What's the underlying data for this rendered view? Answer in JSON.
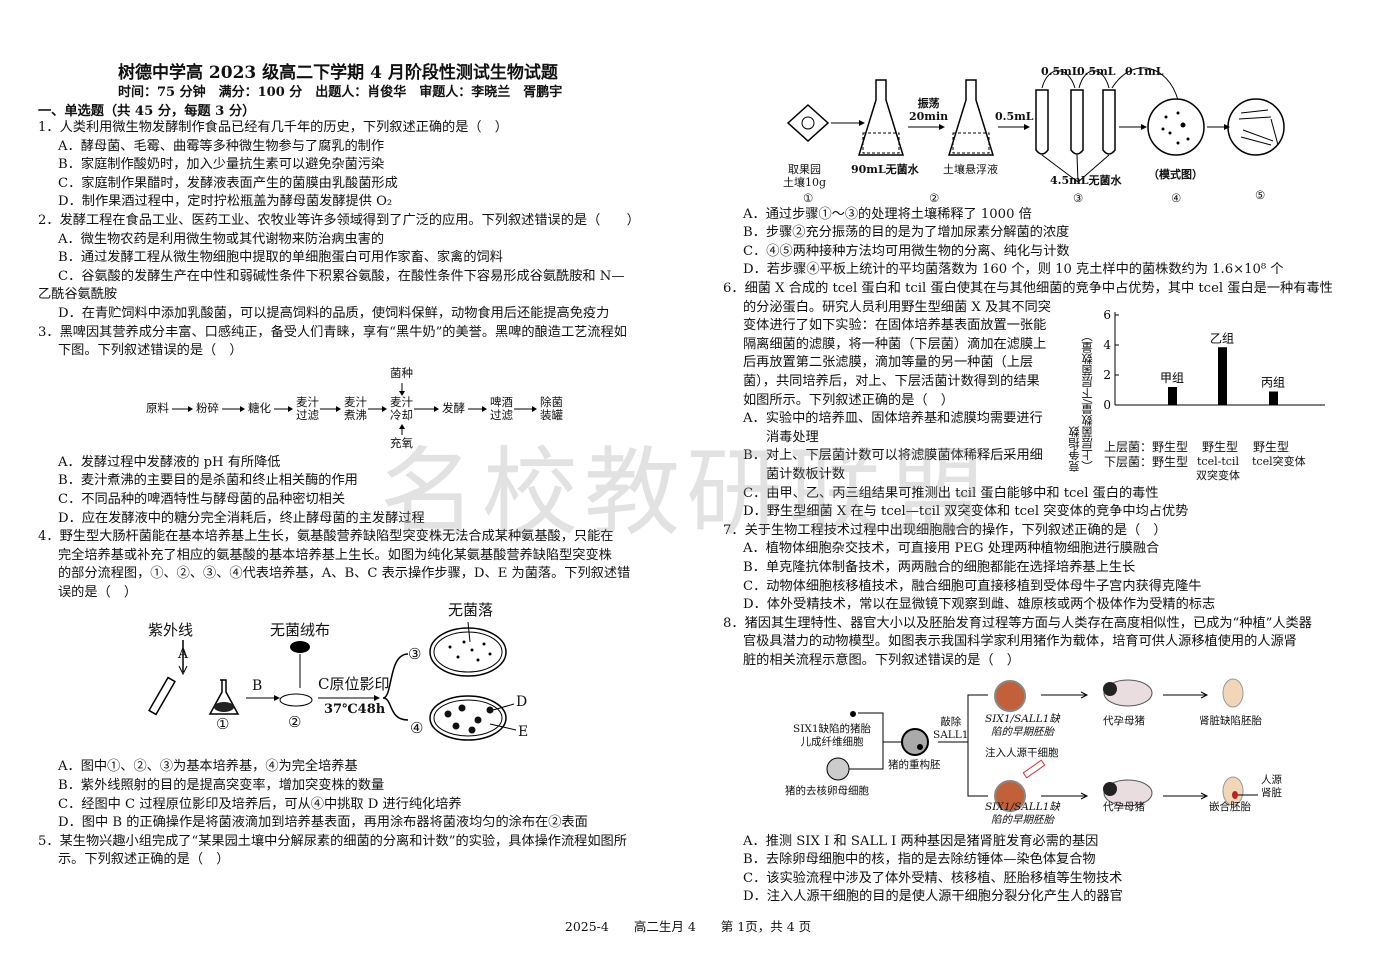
{
  "header": {
    "title": "树德中学高 2023 级高二下学期 4 月阶段性测试生物试题",
    "info": "时间：75 分钟　满分：100 分　出题人：肖俊华　审题人：李晓兰　胥鹏宇",
    "section": "一、单选题（共 45 分，每题 3 分）"
  },
  "watermark": "名校教研联盟",
  "left": {
    "block1": [
      {
        "c": "q",
        "t": "1．人类利用微生物发酵制作食品已经有几千年的历史，下列叙述正确的是（　）"
      },
      {
        "c": "opt",
        "t": "A．酵母菌、毛霉、曲霉等多种微生物参与了腐乳的制作"
      },
      {
        "c": "opt",
        "t": "B．家庭制作酸奶时，加入少量抗生素可以避免杂菌污染"
      },
      {
        "c": "opt",
        "t": "C．家庭制作果醋时，发酵液表面产生的菌膜由乳酸菌形成"
      },
      {
        "c": "opt",
        "t": "D．制作果酒过程中，定时拧松瓶盖为酵母菌发酵提供 O₂"
      },
      {
        "c": "q",
        "t": "2．发酵工程在食品工业、医药工业、农牧业等许多领域得到了广泛的应用。下列叙述错误的是（　　）"
      },
      {
        "c": "opt",
        "t": "A．微生物农药是利用微生物或其代谢物来防治病虫害的"
      },
      {
        "c": "opt",
        "t": "B．通过发酵工程从微生物细胞中提取的单细胞蛋白可用作家畜、家禽的饲料"
      },
      {
        "c": "opt",
        "t": "C．谷氨酸的发酵生产在中性和弱碱性条件下积累谷氨酸，在酸性条件下容易形成谷氨酰胺和 N—"
      },
      {
        "c": "q",
        "t": "乙酰谷氨酰胺"
      },
      {
        "c": "opt",
        "t": "D．在青贮饲料中添加乳酸菌，可以提高饲料的品质，使饲料保鲜，动物食用后还能提高免疫力"
      },
      {
        "c": "q",
        "t": "3．黑啤因其营养成分丰富、口感纯正，备受人们青睐，享有“黑牛奶”的美誉。黑啤的酿造工艺流程如"
      },
      {
        "c": "cont",
        "t": "下图。下列叙述错误的是（　）"
      }
    ],
    "fig3": {
      "steps": [
        "原料",
        "粉碎",
        "糖化",
        "麦汁\n过滤",
        "麦汁\n煮沸",
        "麦汁\n冷却",
        "发酵",
        "啤酒\n过滤",
        "除菌\n装罐"
      ],
      "above": "菌种",
      "below": "充氧"
    },
    "block2": [
      {
        "c": "opt",
        "t": "A．发酵过程中发酵液的 pH 有所降低"
      },
      {
        "c": "opt",
        "t": "B．麦汁煮沸的主要目的是杀菌和终止相关酶的作用"
      },
      {
        "c": "opt",
        "t": "C．不同品种的啤酒特性与酵母菌的品种密切相关"
      },
      {
        "c": "opt",
        "t": "D．应在发酵液中的糖分完全消耗后，终止酵母菌的主发酵过程"
      },
      {
        "c": "q",
        "t": "4．野生型大肠杆菌能在基本培养基上生长，氨基酸营养缺陷型突变株无法合成某种氨基酸，只能在"
      },
      {
        "c": "cont",
        "t": "完全培养基或补充了相应的氨基酸的基本培养基上生长。如图为纯化某氨基酸营养缺陷型突变株"
      },
      {
        "c": "cont",
        "t": "的部分流程图，①、②、③、④代表培养基，A、B、C 表示操作步骤，D、E 为菌落。下列叙述错"
      },
      {
        "c": "cont",
        "t": "误的是（　）"
      }
    ],
    "fig4": {
      "uv": "紫外线",
      "a": "A",
      "b": "B",
      "velvet": "无菌绒布",
      "c": "C原位影印",
      "cond": "37℃48h",
      "none": "无菌落",
      "n1": "①",
      "n2": "②",
      "n3": "③",
      "n4": "④",
      "d": "D",
      "e": "E"
    },
    "block3": [
      {
        "c": "opt",
        "t": "A．图中①、②、③为基本培养基，④为完全培养基"
      },
      {
        "c": "opt",
        "t": "B．紫外线照射的目的是提高突变率，增加突变株的数量"
      },
      {
        "c": "opt",
        "t": "C．经图中 C 过程原位影印及培养后，可从④中挑取 D 进行纯化培养"
      },
      {
        "c": "opt",
        "t": "D．图中 B 的正确操作是将菌液滴加到培养基表面，再用涂布器将菌液均匀的涂布在②表面"
      },
      {
        "c": "q",
        "t": "5．某生物兴趣小组完成了“某果园土壤中分解尿素的细菌的分离和计数”的实验，具体操作流程如图所"
      },
      {
        "c": "cont",
        "t": "示。下列叙述正确的是（　）"
      }
    ]
  },
  "right": {
    "fig5": {
      "soil": "取果园\n土壤10g",
      "water90": "90mL无菌水",
      "shake": "振荡\n20min",
      "susp": "土壤悬浮液",
      "v1": "0.5mL",
      "v2": "0.5mL",
      "v3": "0.5mL",
      "v4": "0.1mL",
      "water45": "4.5mL无菌水",
      "model": "（模式图）",
      "n1": "①",
      "n2": "②",
      "n3": "③",
      "n4": "④",
      "n5": "⑤"
    },
    "block1": [
      {
        "c": "opt",
        "t": "A．通过步骤①～③的处理将土壤稀释了 1000 倍"
      },
      {
        "c": "opt",
        "t": "B．步骤②充分振荡的目的是为了增加尿素分解菌的浓度"
      },
      {
        "c": "opt",
        "t": "C．④⑤两种接种方法均可用微生物的分离、纯化与计数"
      },
      {
        "c": "opt",
        "t": "D．若步骤④平板上统计的平均菌落数为 160 个，则 10 克土样中的菌株数约为 1.6×10⁸ 个"
      },
      {
        "c": "q",
        "t": "6．细菌 X 合成的 tcel 蛋白和 tcil 蛋白使其在与其他细菌的竞争中占优势，其中 tcel 蛋白是一种有毒性"
      },
      {
        "c": "cont",
        "t": "的分泌蛋白。研究人员利用野生型细菌 X 及其不同突"
      },
      {
        "c": "cont",
        "t": "变体进行了如下实验：在固体培养基表面放置一张能"
      },
      {
        "c": "cont",
        "t": "隔离细菌的滤膜，将一种菌（下层菌）滴加在滤膜上"
      },
      {
        "c": "cont",
        "t": "后再放置第二张滤膜，滴加等量的另一种菌（上层"
      },
      {
        "c": "cont",
        "t": "菌），共同培养后，对上、下层活菌计数得到的结果"
      },
      {
        "c": "cont",
        "t": "如图所示。下列叙述正确的是（　）"
      },
      {
        "c": "opt",
        "t": "A．实验中的培养皿、固体培养基和滤膜均需要进行"
      },
      {
        "c": "cont2",
        "t": "消毒处理"
      },
      {
        "c": "opt",
        "t": "B．对上、下层菌计数可以将滤膜菌体稀释后采用细"
      },
      {
        "c": "cont2",
        "t": "菌计数板计数"
      },
      {
        "c": "opt",
        "t": "C．由甲、乙、丙三组结果可推测出 tcil 蛋白能够中和 tcel 蛋白的毒性"
      },
      {
        "c": "opt",
        "t": "D．野生型细菌 X 在与 tcel—tcil 双突变体和 tcel 突变体的竞争中均占优势"
      },
      {
        "c": "q",
        "t": "7．关于生物工程技术过程中出现细胞融合的操作，下列叙述正确的是（　）"
      },
      {
        "c": "opt",
        "t": "A．植物体细胞杂交技术，可直接用 PEG 处理两种植物细胞进行膜融合"
      },
      {
        "c": "opt",
        "t": "B．单克隆抗体制备技术，两两融合的细胞都能在选择培养基上生长"
      },
      {
        "c": "opt",
        "t": "C．动物体细胞核移植技术，融合细胞可直接移植到受体母牛子宫内获得克隆牛"
      },
      {
        "c": "opt",
        "t": "D．体外受精技术，常以在显微镜下观察到雌、雄原核或两个极体作为受精的标志"
      },
      {
        "c": "q",
        "t": "8．猪因其生理特性、器官大小以及胚胎发育过程等方面与人类存在高度相似性，已成为“种植”人类器"
      },
      {
        "c": "cont",
        "t": "官极具潜力的动物模型。如图表示我国科学家利用猪作为载体，培育可供人源移植使用的人源肾"
      },
      {
        "c": "cont",
        "t": "脏的相关流程示意图。下列叙述错误的是（　）"
      }
    ],
    "fig8": {
      "fib": "SIX1缺陷的猪胎\n儿成纤维细胞",
      "egg": "猪的去核卵母细胞",
      "recon": "猪的重构胚",
      "ko": "敲除\nSALL1",
      "emb1": "SIX1/SALL1缺\n陷的早期胚胎",
      "inject": "注入人源干细胞",
      "emb2": "SIX1/SALL1缺\n陷的早期胚胎",
      "sow1": "代孕母猪",
      "sow2": "代孕母猪",
      "res1": "肾脏缺陷胚胎",
      "res2": "嵌合胚胎",
      "kidney": "人源\n肾脏"
    },
    "block2": [
      {
        "c": "opt",
        "t": "A．推测 SIX I 和 SALL I 两种基因是猪肾脏发育必需的基因"
      },
      {
        "c": "opt",
        "t": "B．去除卵母细胞中的核，指的是去除纺锤体—染色体复合物"
      },
      {
        "c": "opt",
        "t": "C．该实验流程中涉及了体外受精、核移植、胚胎移植等生物技术"
      },
      {
        "c": "opt",
        "t": "D．注入人源干细胞的目的是使人源干细胞分裂分化产生人的器官"
      }
    ]
  },
  "chart_data": {
    "type": "bar",
    "ylabel": "竞争指数\n（上层菌数量/下层菌数量）",
    "ylim": [
      0,
      6
    ],
    "yticks": [
      "0",
      "2",
      "4",
      "6"
    ],
    "categories": [
      "甲组",
      "乙组",
      "丙组"
    ],
    "values": [
      1.2,
      3.85,
      0.9
    ],
    "row_labels": {
      "upper": "上层菌：野生型",
      "lower": "下层菌：野生型",
      "g2u": "野生型",
      "g2l": "tcel-tcil\n双突变体",
      "g3u": "野生型",
      "g3l": "tcel突变体"
    }
  },
  "footer": "2025-4　　高二生月 4　　第 1页，共 4 页"
}
